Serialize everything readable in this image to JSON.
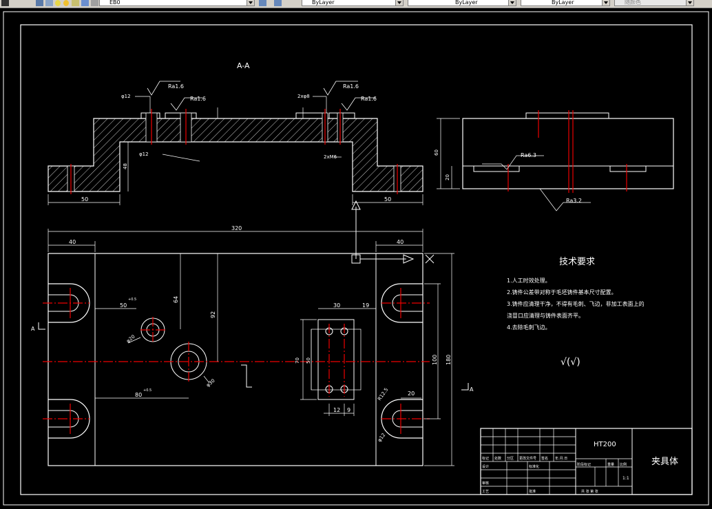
{
  "toolbar": {
    "layer_value": "EB0",
    "color_value": "ByLayer",
    "linetype_value": "ByLayer",
    "lineweight_value": "ByLayer",
    "plotstyle_value": "随颜色"
  },
  "drawing": {
    "section_label": "A-A",
    "dims": {
      "d50_left": "50",
      "d50_right": "50",
      "d48": "48",
      "d320": "320",
      "d40_left": "40",
      "d40_right": "40",
      "d30": "30",
      "d19": "19",
      "d60": "60",
      "d50v": "50",
      "d70": "70",
      "d100": "100",
      "d180": "180",
      "d12": "12",
      "d9": "9",
      "d20": "20",
      "d80": "80",
      "d20b": "20",
      "d50h": "50",
      "d64": "64",
      "d92": "92",
      "d80h": "80",
      "tol": "+0.5",
      "hole_a": "φ12",
      "hole_b": "2xφ8",
      "hole_c": "φ12",
      "hole_d": "2xM6",
      "phi20": "φ20",
      "phi30": "φ30",
      "r_label_a": "R12.5",
      "r_label_b": "φ12"
    },
    "roughness": {
      "r1": "Ra1.6",
      "r2": "Ra1.6",
      "r3": "Ra1.6",
      "r4": "Ra1.6",
      "r5": "Ra6.3",
      "r6": "Ra3.2"
    },
    "section_markers": {
      "left": "A",
      "right": "A"
    },
    "tech_title": "技术要求",
    "tech_items": [
      "1.人工时效处理。",
      "2.铸件公差带对称于毛坯铸件基本尺寸配置。",
      "3.铸件应清理干净，不得有毛刺、飞边，非加工表面上的",
      "浇冒口应清理与铸件表面齐平。",
      "4.去除毛刺飞边。"
    ],
    "roughness_note": "√(√)",
    "title_block": {
      "material": "HT200",
      "part_name": "夹具体",
      "scale_value": "1:1",
      "row_labels": [
        "标记",
        "处数",
        "分区",
        "更改文件号",
        "签名",
        "年.月.日"
      ],
      "designer_label": "设计",
      "standard_label": "标准化",
      "reviewer_label": "审核",
      "process_label": "工艺",
      "approve_label": "批准",
      "stage_label": "阶段标记",
      "weight_label": "重量",
      "scale_label": "比例",
      "sheet_label": "共   张   第   张"
    }
  }
}
